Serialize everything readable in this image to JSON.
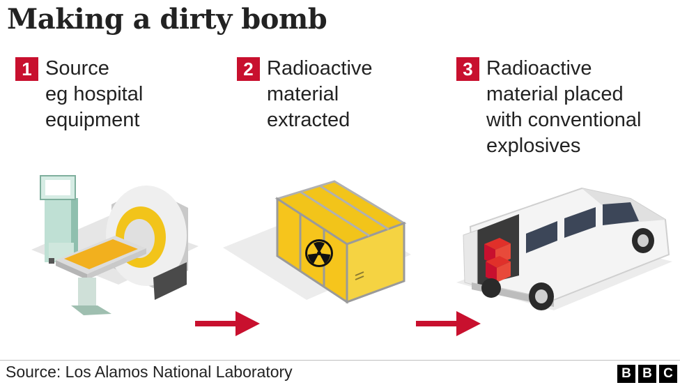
{
  "title": "Making a dirty bomb",
  "steps": [
    {
      "number": "1",
      "label": "Source\neg hospital\nequipment",
      "icon": "mri-scanner-icon"
    },
    {
      "number": "2",
      "label": "Radioactive\nmaterial\nextracted",
      "icon": "radioactive-container-icon"
    },
    {
      "number": "3",
      "label": "Radioactive\nmaterial placed\nwith conventional\nexplosives",
      "icon": "van-with-explosives-icon"
    }
  ],
  "source": "Source: Los Alamos National Laboratory",
  "logo": [
    "B",
    "B",
    "C"
  ],
  "colors": {
    "accent": "#c8102e",
    "container": "#f2c41a",
    "text": "#222222"
  }
}
